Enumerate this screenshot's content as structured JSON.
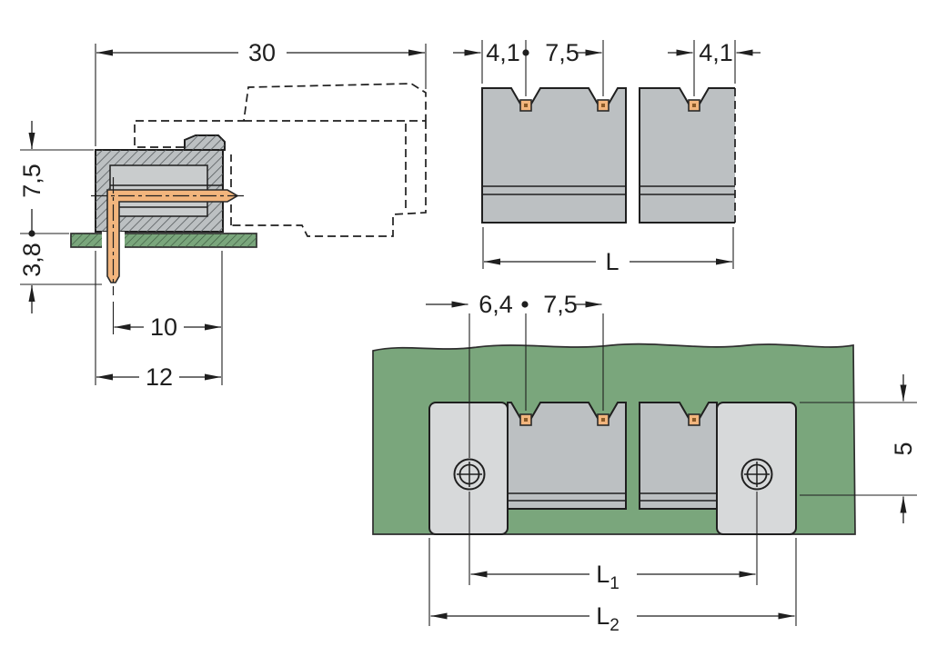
{
  "figure": {
    "colors": {
      "line": "#1f1f1f",
      "body": "#bcc0c2",
      "body_light": "#d7d9da",
      "cavity": "#c9cccd",
      "pcb_green": "#7aa67c",
      "pin_orange": "#f2b57d"
    },
    "side_view": {
      "dim_total_depth": "30",
      "dim_height_above_board": "7,5",
      "dim_pin_below_board": "3,8",
      "dim_pin_to_front": "10",
      "dim_body_depth": "12"
    },
    "front_view": {
      "dim_edge_to_first_pin": "4,1",
      "dim_pin_pitch": "7,5",
      "dim_last_pin_to_edge": "4,1",
      "dim_total_length": "L"
    },
    "board_view": {
      "dim_screw_to_first_pin": "6,4",
      "dim_pin_pitch": "7,5",
      "dim_flange_width": "5",
      "dim_l1_base": "L",
      "dim_l1_sub": "1",
      "dim_l2_base": "L",
      "dim_l2_sub": "2"
    }
  }
}
